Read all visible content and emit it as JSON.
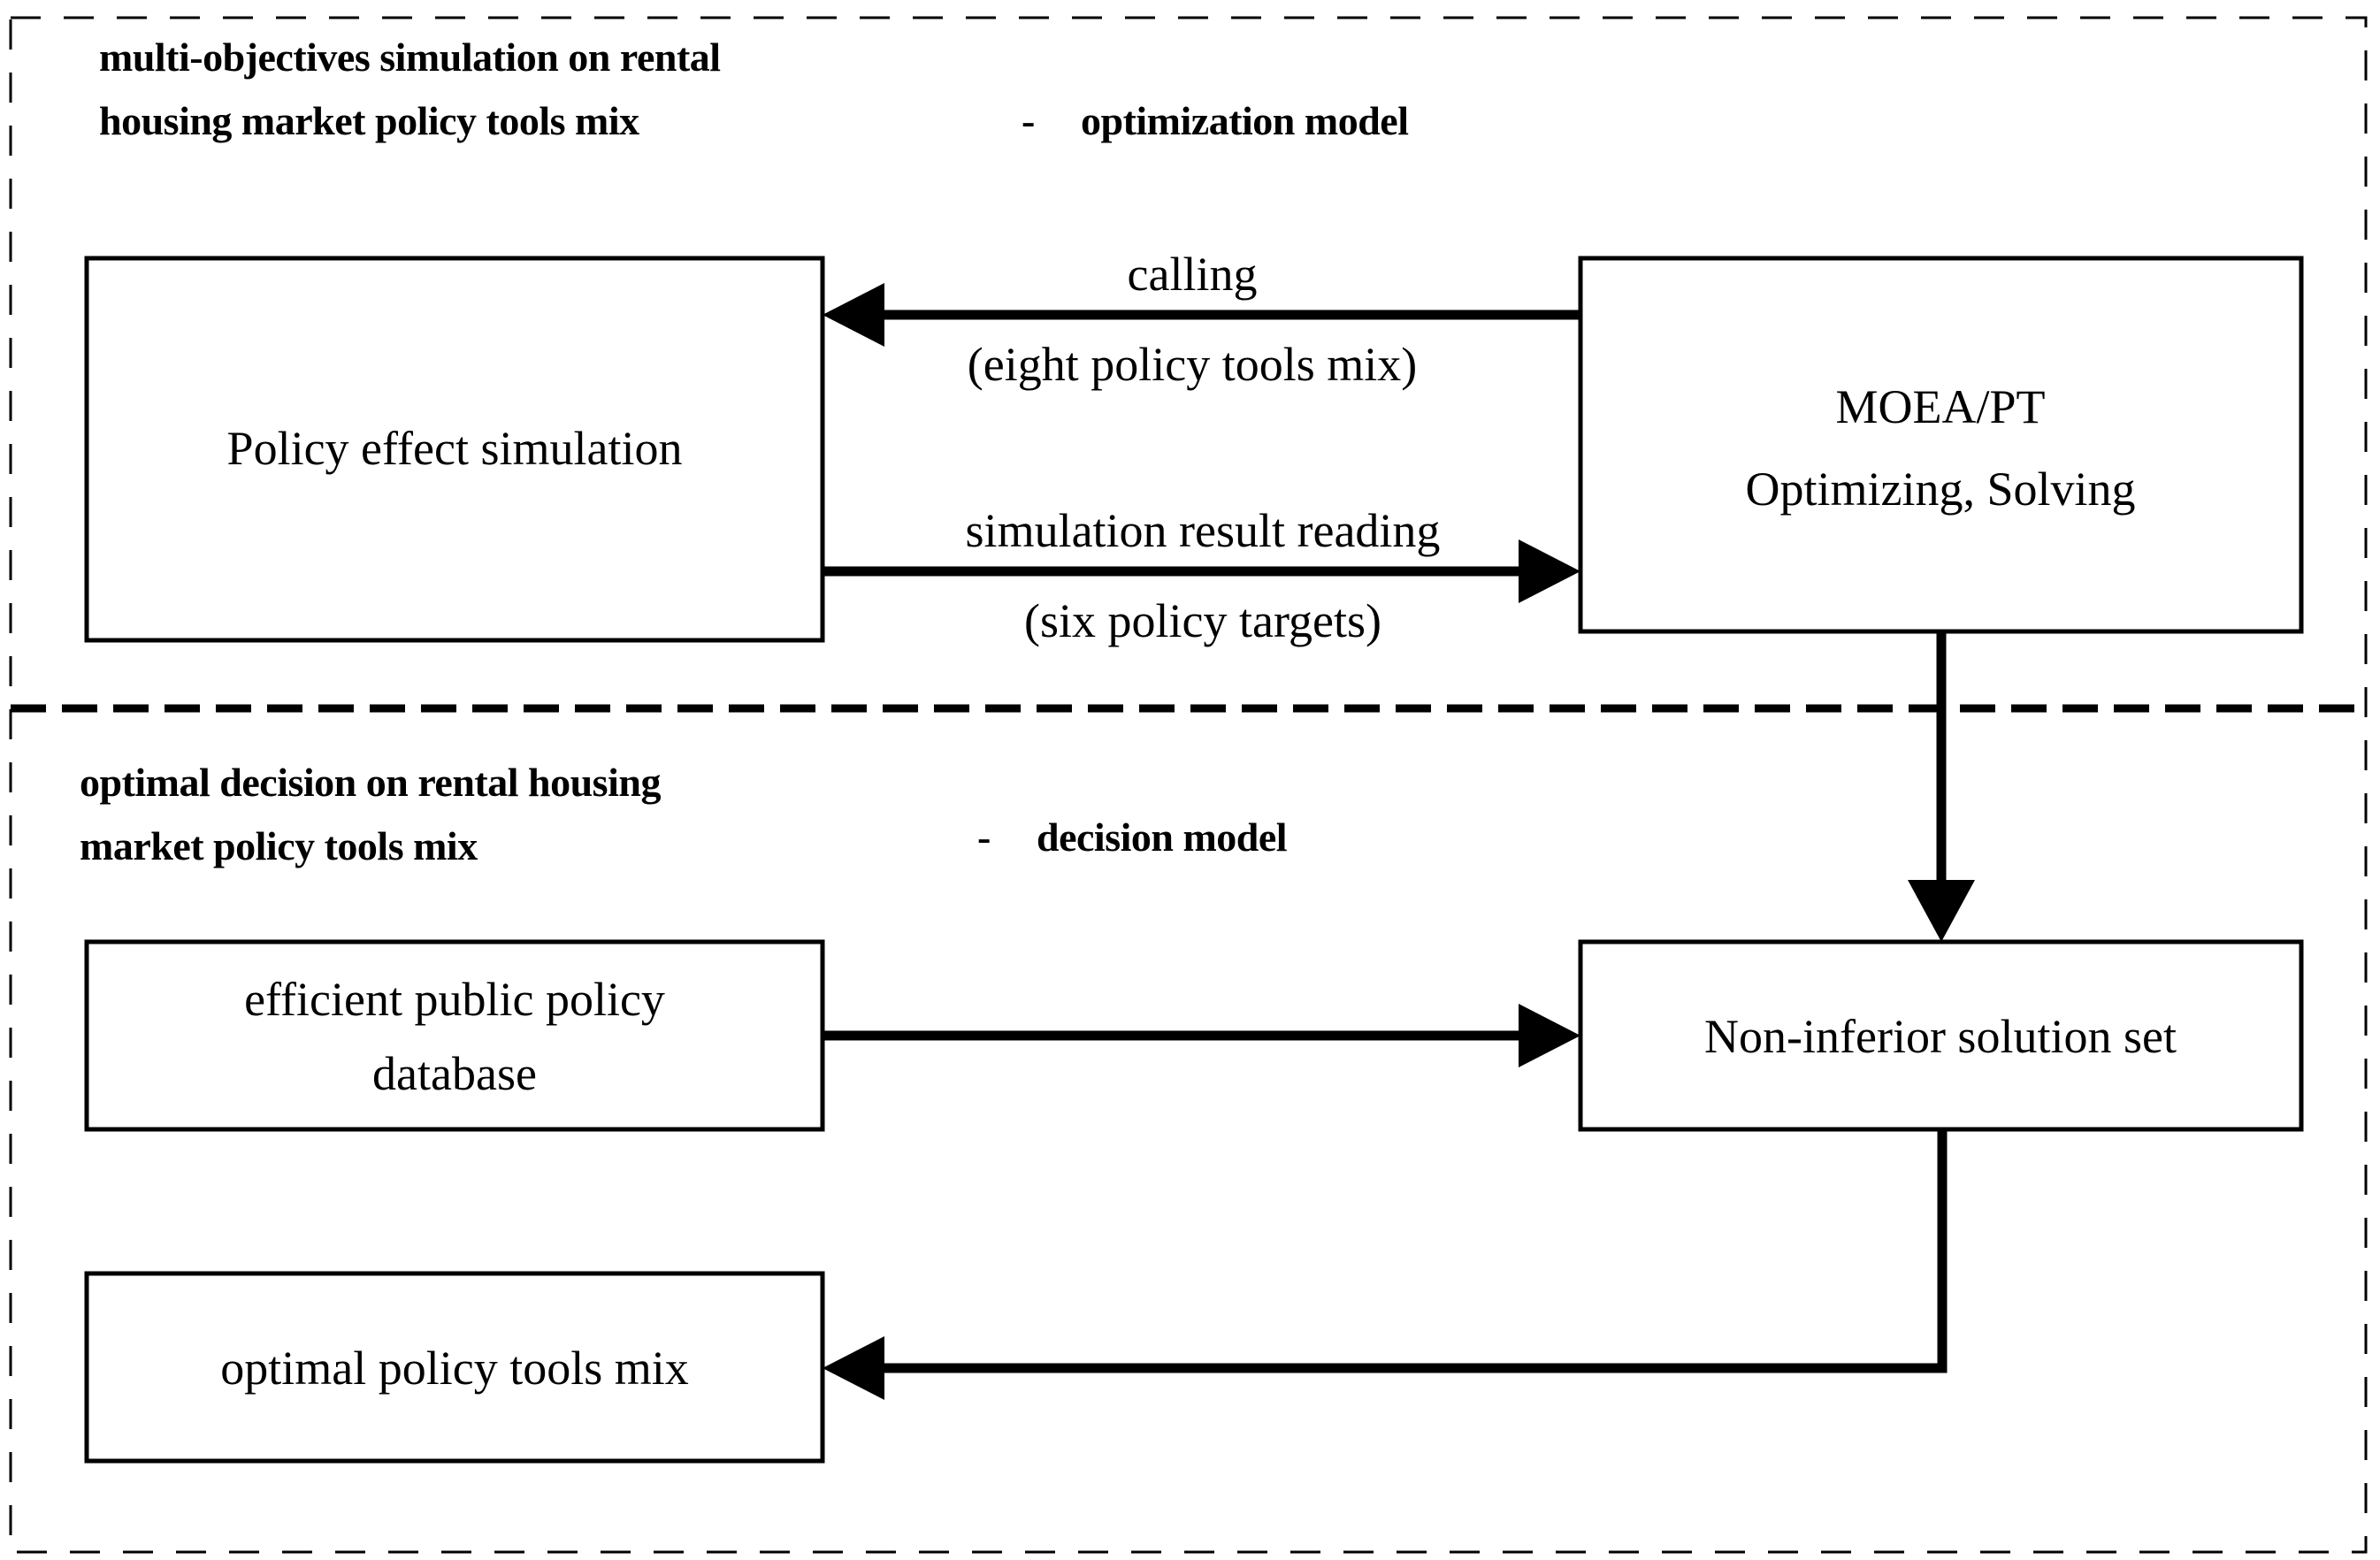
{
  "figure": {
    "title": "multi-objectives simulation and optimal decision framework on rental housing market policy tools mix",
    "background_color": "#ffffff",
    "line_color": "#000000"
  },
  "sections": [
    {
      "id": "optimization",
      "heading_line1": "multi-objectives  simulation on rental",
      "heading_line2": "housing market policy tools mix",
      "heading_separator": "-",
      "heading_suffix": "optimization model"
    },
    {
      "id": "decision",
      "heading_line1": "optimal decision on rental housing",
      "heading_line2": "market policy tools mix",
      "heading_separator": "-",
      "heading_suffix": "decision model"
    }
  ],
  "nodes": [
    {
      "id": "policy-effect-simulation",
      "label_line1": "Policy effect simulation",
      "label_line2": ""
    },
    {
      "id": "moea-pt",
      "label_line1": "MOEA/PT",
      "label_line2": "Optimizing, Solving"
    },
    {
      "id": "efficient-public-policy-database",
      "label_line1": "efficient public policy",
      "label_line2": "database"
    },
    {
      "id": "non-inferior-solution-set",
      "label_line1": "Non-inferior solution set",
      "label_line2": ""
    },
    {
      "id": "optimal-policy-tools-mix",
      "label_line1": "optimal policy tools mix",
      "label_line2": ""
    }
  ],
  "edges": [
    {
      "id": "calling",
      "from": "moea-pt",
      "to": "policy-effect-simulation",
      "direction": "left",
      "label_line1": "calling",
      "label_line2": "(eight policy tools mix)"
    },
    {
      "id": "simulation-result-reading",
      "from": "policy-effect-simulation",
      "to": "moea-pt",
      "direction": "right",
      "label_line1": "simulation result reading",
      "label_line2": "(six policy targets)"
    },
    {
      "id": "moea-to-solution-set",
      "from": "moea-pt",
      "to": "non-inferior-solution-set",
      "direction": "down",
      "label_line1": "",
      "label_line2": ""
    },
    {
      "id": "database-to-solution-set",
      "from": "efficient-public-policy-database",
      "to": "non-inferior-solution-set",
      "direction": "right",
      "label_line1": "",
      "label_line2": ""
    },
    {
      "id": "solution-set-to-optimal-mix",
      "from": "non-inferior-solution-set",
      "to": "optimal-policy-tools-mix",
      "direction": "left",
      "label_line1": "",
      "label_line2": ""
    }
  ]
}
